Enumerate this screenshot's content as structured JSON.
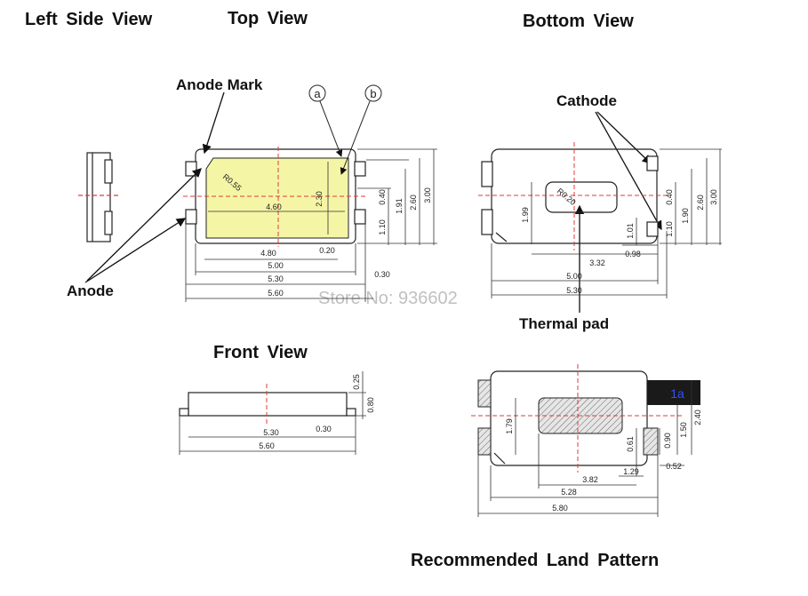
{
  "titles": {
    "left_side_view": "Left Side View",
    "top_view": "Top View",
    "bottom_view": "Bottom View",
    "front_view": "Front View",
    "land_pattern": "Recommended Land Pattern"
  },
  "callouts": {
    "anode_mark": "Anode Mark",
    "anode": "Anode",
    "cathode": "Cathode",
    "thermal_pad": "Thermal pad",
    "marker_a": "a",
    "marker_b": "b"
  },
  "watermark": "Store No: 936602",
  "top_view": {
    "radius": "R0.55",
    "inner_width": "4.60",
    "inner_height": "2.30",
    "dims": [
      "4.80",
      "0.20",
      "5.00",
      "5.30",
      "5.60",
      "0.30",
      "0.40",
      "1.91",
      "2.60",
      "3.00",
      "1.10"
    ]
  },
  "bottom_view": {
    "radius": "R0.20",
    "dims": [
      "1.99",
      "1.01",
      "0.98",
      "3.32",
      "5.00",
      "5.30",
      "0.40",
      "1.90",
      "2.60",
      "3.00",
      "1.10"
    ]
  },
  "front_view": {
    "dims": [
      "5.30",
      "0.30",
      "5.60",
      "0.25",
      "0.80"
    ]
  },
  "land_pattern": {
    "pad_marker": "1a",
    "dims": [
      "1.79",
      "0.61",
      "0.90",
      "1.50",
      "2.40",
      "0.52",
      "1.29",
      "3.82",
      "5.28",
      "5.80"
    ]
  },
  "colors": {
    "led_emitter": "#f5f5a6",
    "centerline": "#e03a3a",
    "line": "#222222",
    "marker_pad": "#1a1a1a",
    "marker_text": "#3050ff"
  }
}
